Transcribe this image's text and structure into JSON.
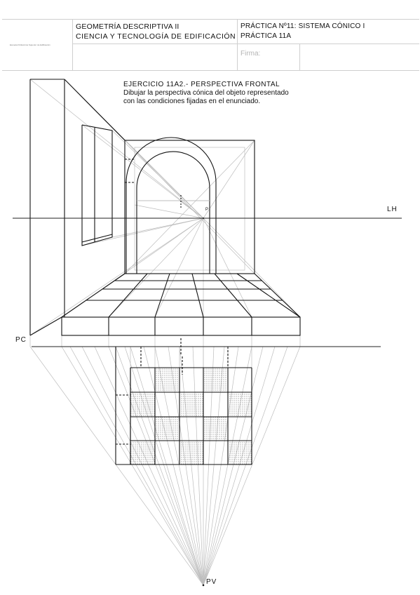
{
  "header": {
    "course_line1": "GEOMETRÍA DESCRIPTIVA II",
    "course_line2": "CIENCIA Y TECNOLOGÍA DE EDIFICACIÓN",
    "practice_line1": "PRÁCTICA Nº11: SISTEMA CÓNICO I",
    "practice_line2": "PRÁCTICA 11A",
    "signature_label": "Firma:",
    "logo_caption": "Escuela Politécnica Superior de Edificación"
  },
  "exercise": {
    "title": "EJERCICIO 11A2.- PERSPECTIVA FRONTAL",
    "line1": "Dibujar la perspectiva cónica del objeto representado",
    "line2": "con las condiciones fijadas en el enunciado."
  },
  "labels": {
    "horizon": "LH",
    "picture_plane": "PC",
    "viewpoint": "PV",
    "principal_point": "P"
  },
  "colors": {
    "ink": "#111111",
    "construction": "#bdbdbd",
    "rule": "#cfcfcf"
  }
}
